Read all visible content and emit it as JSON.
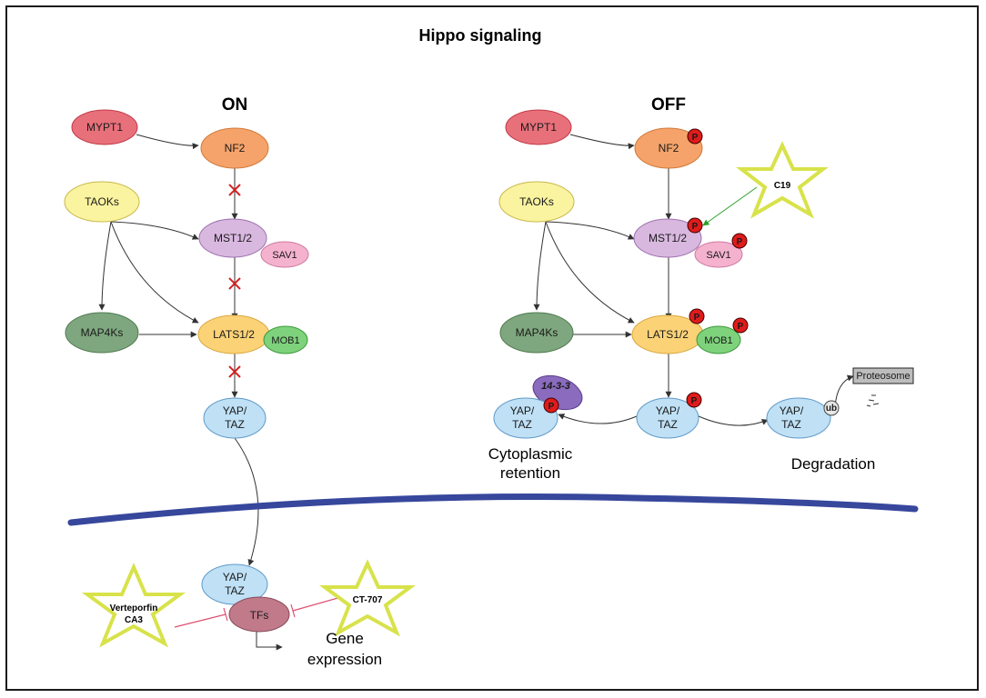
{
  "title": "Hippo signaling",
  "on_panel": {
    "heading": "ON",
    "nodes": {
      "mypt1": "MYPT1",
      "nf2": "NF2",
      "taoks": "TAOKs",
      "mst12": "MST1/2",
      "sav1": "SAV1",
      "map4ks": "MAP4Ks",
      "lats12": "LATS1/2",
      "mob1": "MOB1",
      "yap_line1": "YAP/",
      "yap_line2": "TAZ"
    }
  },
  "off_panel": {
    "heading": "OFF",
    "nodes": {
      "mypt1": "MYPT1",
      "nf2": "NF2",
      "taoks": "TAOKs",
      "mst12": "MST1/2",
      "sav1": "SAV1",
      "map4ks": "MAP4Ks",
      "lats12": "LATS1/2",
      "mob1": "MOB1",
      "yap_line1": "YAP/",
      "yap_line2": "TAZ",
      "yap_left_line1": "YAP/",
      "yap_left_line2": "TAZ",
      "yap_right_line1": "YAP/",
      "yap_right_line2": "TAZ",
      "adaptor_1433": "14-3-3",
      "ub": "ub",
      "proteosome": "Proteosome"
    },
    "inhibitor": "C19",
    "phospho": "P",
    "cytoplasmic_line1": "Cytoplasmic",
    "cytoplasmic_line2": "retention",
    "degradation": "Degradation"
  },
  "nucleus": {
    "yap_line1": "YAP/",
    "yap_line2": "TAZ",
    "tfs": "TFs",
    "gene_line1": "Gene",
    "gene_line2": "expression",
    "inhibitor_left_line1": "Verteporfin",
    "inhibitor_left_line2": "CA3",
    "inhibitor_right": "CT-707"
  },
  "colors": {
    "mypt1": "#e8707a",
    "nf2": "#f5a36a",
    "taoks": "#faf3a0",
    "mst12": "#d9b8e0",
    "sav1": "#f4b2cf",
    "map4ks": "#7fa77f",
    "lats12": "#fcd277",
    "mob1": "#7ed27c",
    "yap": "#bfe0f5",
    "tfs": "#c07a8a",
    "adaptor": "#8a6bbd",
    "phospho": "#e01b1b",
    "membrane": "#37479c",
    "star": "#d8e24a",
    "inhibit": "#e05070",
    "cross": "#d82020",
    "c19_arrow": "#2aa02a"
  }
}
